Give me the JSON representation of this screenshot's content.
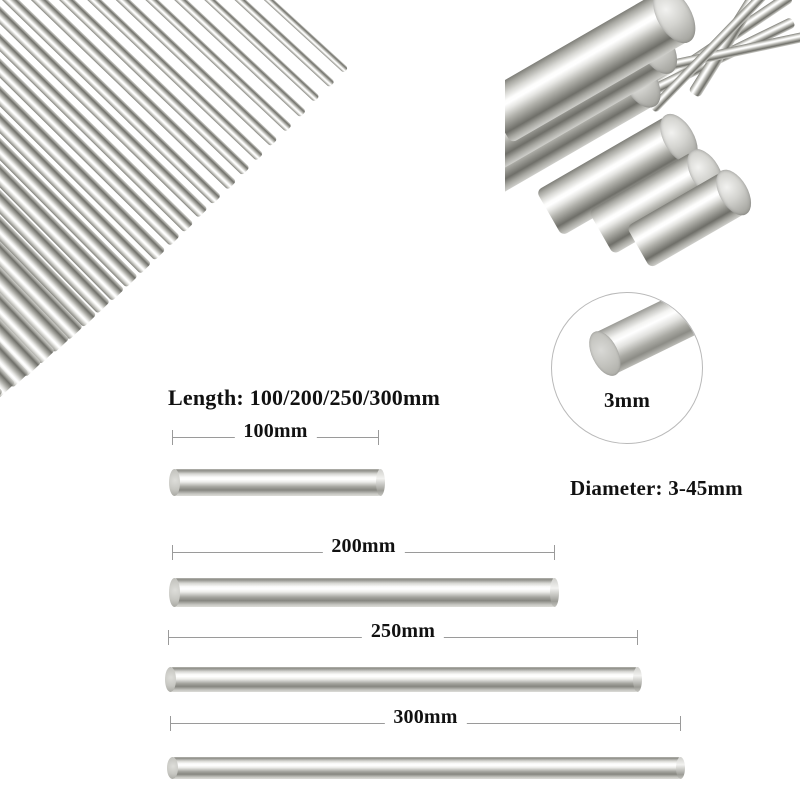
{
  "product": {
    "background_color": "#ffffff",
    "metal_color": "#b8b8b3"
  },
  "headings": {
    "length": "Length: 100/200/250/300mm",
    "diameter": "Diameter: 3-45mm"
  },
  "detail_inset": {
    "name": "rod-end-closeup",
    "size_label": "3mm"
  },
  "photos": {
    "bundle": "fanned-rod-bundle-photo",
    "stack": "stacked-rods-photo"
  },
  "measurements": [
    {
      "label": "100mm",
      "rod_name": "rod-100mm"
    },
    {
      "label": "200mm",
      "rod_name": "rod-200mm"
    },
    {
      "label": "250mm",
      "rod_name": "rod-250mm"
    },
    {
      "label": "300mm",
      "rod_name": "rod-300mm"
    }
  ]
}
